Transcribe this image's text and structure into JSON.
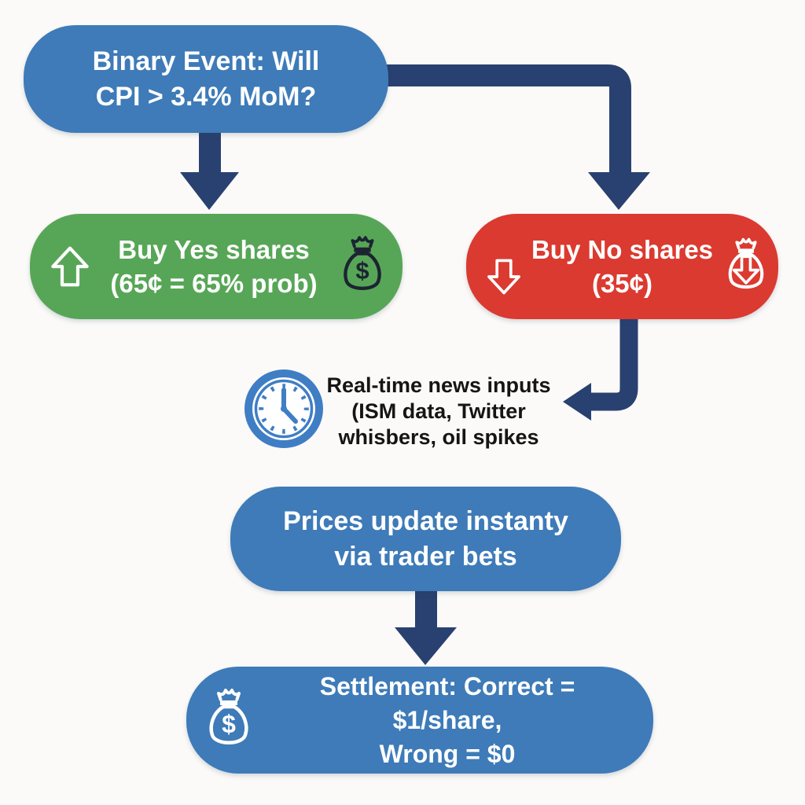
{
  "title": "Prediction market binary event flowchart",
  "colors": {
    "bg": "#fbfaf8",
    "blue": "#3e7bb8",
    "navy": "#294170",
    "green": "#57a657",
    "red": "#db3a30",
    "clock-blue": "#3f7ec4",
    "ink": "#151515",
    "bag-dark": "#1c2431",
    "white": "#ffffff"
  },
  "glyphs": {
    "dollar": "$"
  },
  "nodes": {
    "question": {
      "line1": "Binary Event: Will",
      "line2": "CPI > 3.4% MoM?"
    },
    "buy_yes": {
      "line1": "Buy Yes shares",
      "line2": "(65¢ = 65% prob)",
      "left_icon": "up-arrow-icon",
      "right_icon": "money-bag-dollar-icon"
    },
    "buy_no": {
      "line1": "Buy No shares",
      "line2": "(35¢)",
      "left_icon": "down-arrow-icon",
      "right_icon": "money-bag-down-arrow-icon"
    },
    "news": {
      "icon": "clock-icon",
      "line1": "Real-time news inputs",
      "line2": "(ISM data, Twitter",
      "line3": "whisbers, oil spikes"
    },
    "prices": {
      "line1": "Prices update instanty",
      "line2": "via trader bets"
    },
    "settlement": {
      "icon": "money-bag-dollar-icon",
      "line1": "Settlement: Correct = $1/share,",
      "line2": "Wrong = $0"
    }
  },
  "edges": [
    {
      "from": "question",
      "to": "buy_yes",
      "style": "straight-down-arrow"
    },
    {
      "from": "question",
      "to": "buy_no",
      "style": "elbow-right-then-down-arrow"
    },
    {
      "from": "buy_no",
      "to": "news",
      "style": "elbow-down-then-left-arrow"
    },
    {
      "from": "prices",
      "to": "settlement",
      "style": "straight-down-arrow"
    }
  ]
}
